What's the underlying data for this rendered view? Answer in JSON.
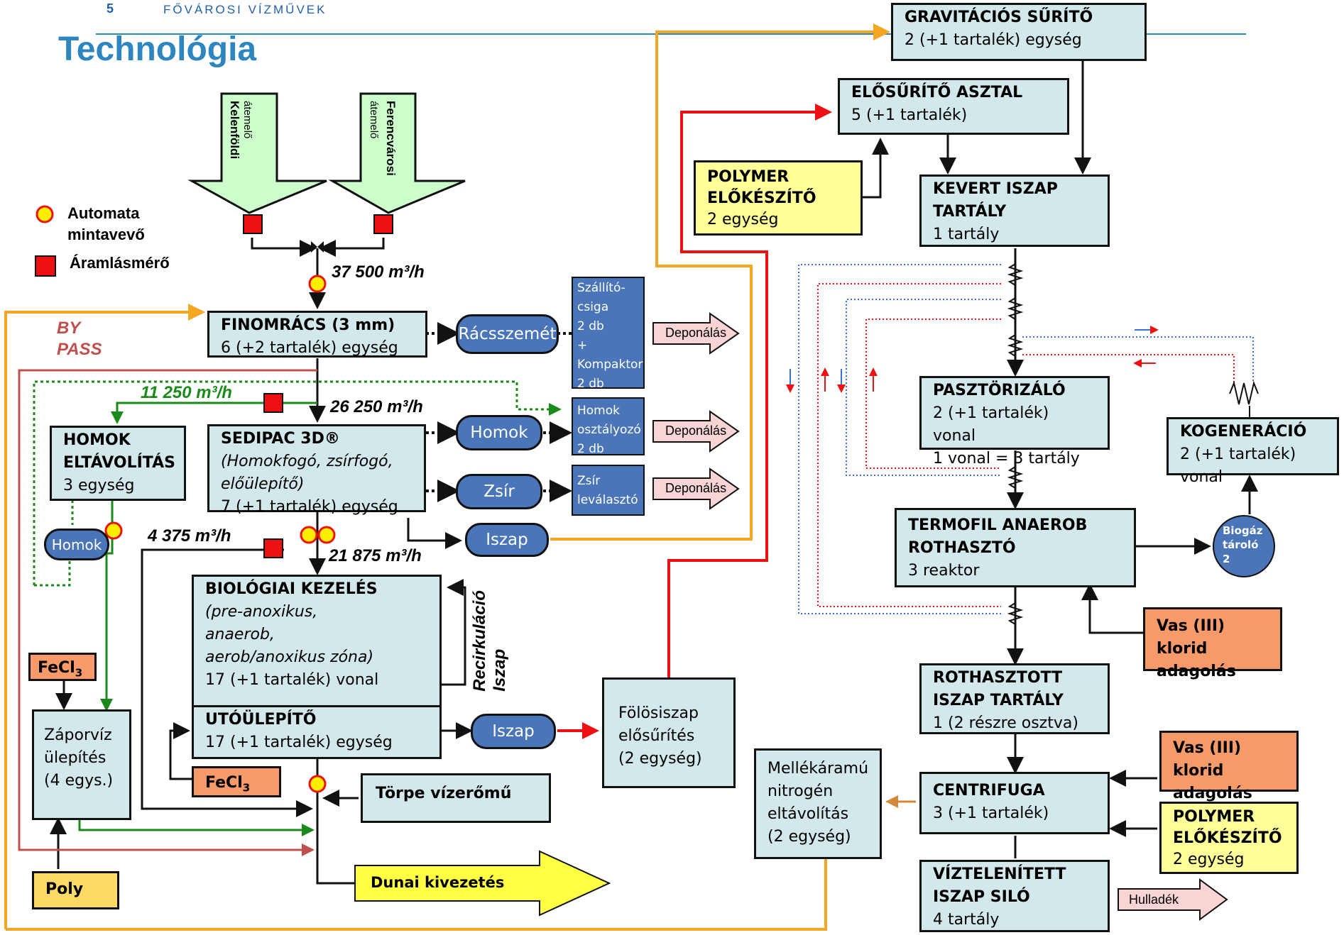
{
  "header": {
    "page_number": "5",
    "org": "FŐVÁROSI VÍZMŰVEK",
    "title": "Technológia"
  },
  "legend": {
    "sampler": "Automata mintavevő",
    "flowmeter": "Áramlásmérő"
  },
  "inputs": {
    "kelenfold_bold": "Kelenföldi",
    "kelenfold_sub": "átemelő",
    "ferencvaros_bold": "Ferencvárosi",
    "ferencvaros_sub": "átemelő"
  },
  "flows": {
    "f1": "37 500 m³/h",
    "f2": "11 250 m³/h",
    "f3": "26 250 m³/h",
    "f4": "4 375 m³/h",
    "f5": "21 875 m³/h"
  },
  "bypass": {
    "line1": "BY",
    "line2": "PASS"
  },
  "finomracs": {
    "title": "FINOMRÁCS (3 mm)",
    "sub": "6 (+2 tartalék) egység"
  },
  "sedipac": {
    "title": "SEDIPAC 3D®",
    "desc": "(Homokfogó, zsírfogó, előülepítő)",
    "sub": "7 (+1 tartalék) egység"
  },
  "homok_elt": {
    "title1": "HOMOK",
    "title2": "ELTÁVOLÍTÁS",
    "sub": "3 egység"
  },
  "bio": {
    "title": "BIOLÓGIAI KEZELÉS",
    "d1": "(pre-anoxikus,",
    "d2": "anaerob,",
    "d3": "aerob/anoxikus zóna)",
    "sub": "17 (+1 tartalék) vonal"
  },
  "utoulepito": {
    "title": "UTÓÜLEPÍTŐ",
    "sub": "17 (+1 tartalék) egység"
  },
  "recirc": {
    "l1": "Iszap",
    "l2": "Recirkuláció"
  },
  "zapor": {
    "l1": "Záporvíz",
    "l2": "ülepítés",
    "l3": "(4 egys.)"
  },
  "fecl3": {
    "label": "FeCl",
    "sub": "3"
  },
  "poly": "Poly",
  "torpe": "Törpe vízerőmű",
  "dunai": "Dunai kivezetés",
  "fol": {
    "l1": "Fölösiszap",
    "l2": "elősűrítés",
    "l3": "(2 egység)"
  },
  "ovals": {
    "racs": "Rácsszemét",
    "homok": "Homok",
    "zsir": "Zsír",
    "iszap1": "Iszap",
    "iszap2": "Iszap",
    "homok_small": "Homok"
  },
  "blues": {
    "szallito": [
      "Szállító-",
      "csiga",
      "2  db",
      "+",
      "Kompaktor",
      "2 db"
    ],
    "homokoszt": [
      "Homok",
      "osztályozó",
      "2 db"
    ],
    "zsirlev": [
      "Zsír",
      "leválasztó"
    ]
  },
  "deponalas": "Deponálás",
  "gravit": {
    "title": "GRAVITÁCIÓS SŰRÍTŐ",
    "sub": "2 (+1 tartalék) egység"
  },
  "elosurito": {
    "title": "ELŐSŰRÍTŐ ASZTAL",
    "sub": "5 (+1 tartalék)"
  },
  "polymer1": {
    "t1": "POLYMER",
    "t2": "ELŐKÉSZÍTŐ",
    "sub": "2 egység"
  },
  "kevert": {
    "t1": "KEVERT ISZAP",
    "t2": "TARTÁLY",
    "sub": "1 tartály"
  },
  "paszt": {
    "title": "PASZTÖRIZÁLÓ",
    "s1": "2 (+1 tartalék) vonal",
    "s2": "1 vonal = 3 tartály"
  },
  "kogen": {
    "title": "KOGENERÁCIÓ",
    "sub": "2 (+1 tartalék) vonal"
  },
  "termofil": {
    "t1": "TERMOFIL ANAEROB",
    "t2": "ROTHASZTÓ",
    "sub": "3  reaktor"
  },
  "biogaz": {
    "l1": "Biogáz",
    "l2": "tároló",
    "l3": "2"
  },
  "vas1": {
    "l1": "Vas (III) klorid",
    "l2": "adagolás"
  },
  "vas2": {
    "l1": "Vas (III) klorid",
    "l2": "adagolás"
  },
  "rothasztott": {
    "t1": "ROTHASZTOTT",
    "t2": "ISZAP TARTÁLY",
    "sub": "1 (2 részre osztva)"
  },
  "mellek": {
    "l1": "Mellékáramú",
    "l2": "nitrogén",
    "l3": "eltávolítás",
    "l4": "(2 egység)"
  },
  "centrifuga": {
    "title": "CENTRIFUGA",
    "sub": "3 (+1 tartalék)"
  },
  "polymer2": {
    "t1": "POLYMER",
    "t2": "ELŐKÉSZÍTŐ",
    "sub": "2 egység"
  },
  "viztelen": {
    "t1": "VÍZTELENÍTETT",
    "t2": "ISZAP SILÓ",
    "sub": "4 tartály"
  },
  "hulladek": "Hulladék",
  "colors": {
    "box": "#d2e8ea",
    "blue": "#4a75b8",
    "orange_line": "#f5a623",
    "red_line": "#ee1111",
    "green_line": "#1a8a1a",
    "bypass": "#c0504d",
    "fecl": "#f79a6a"
  }
}
